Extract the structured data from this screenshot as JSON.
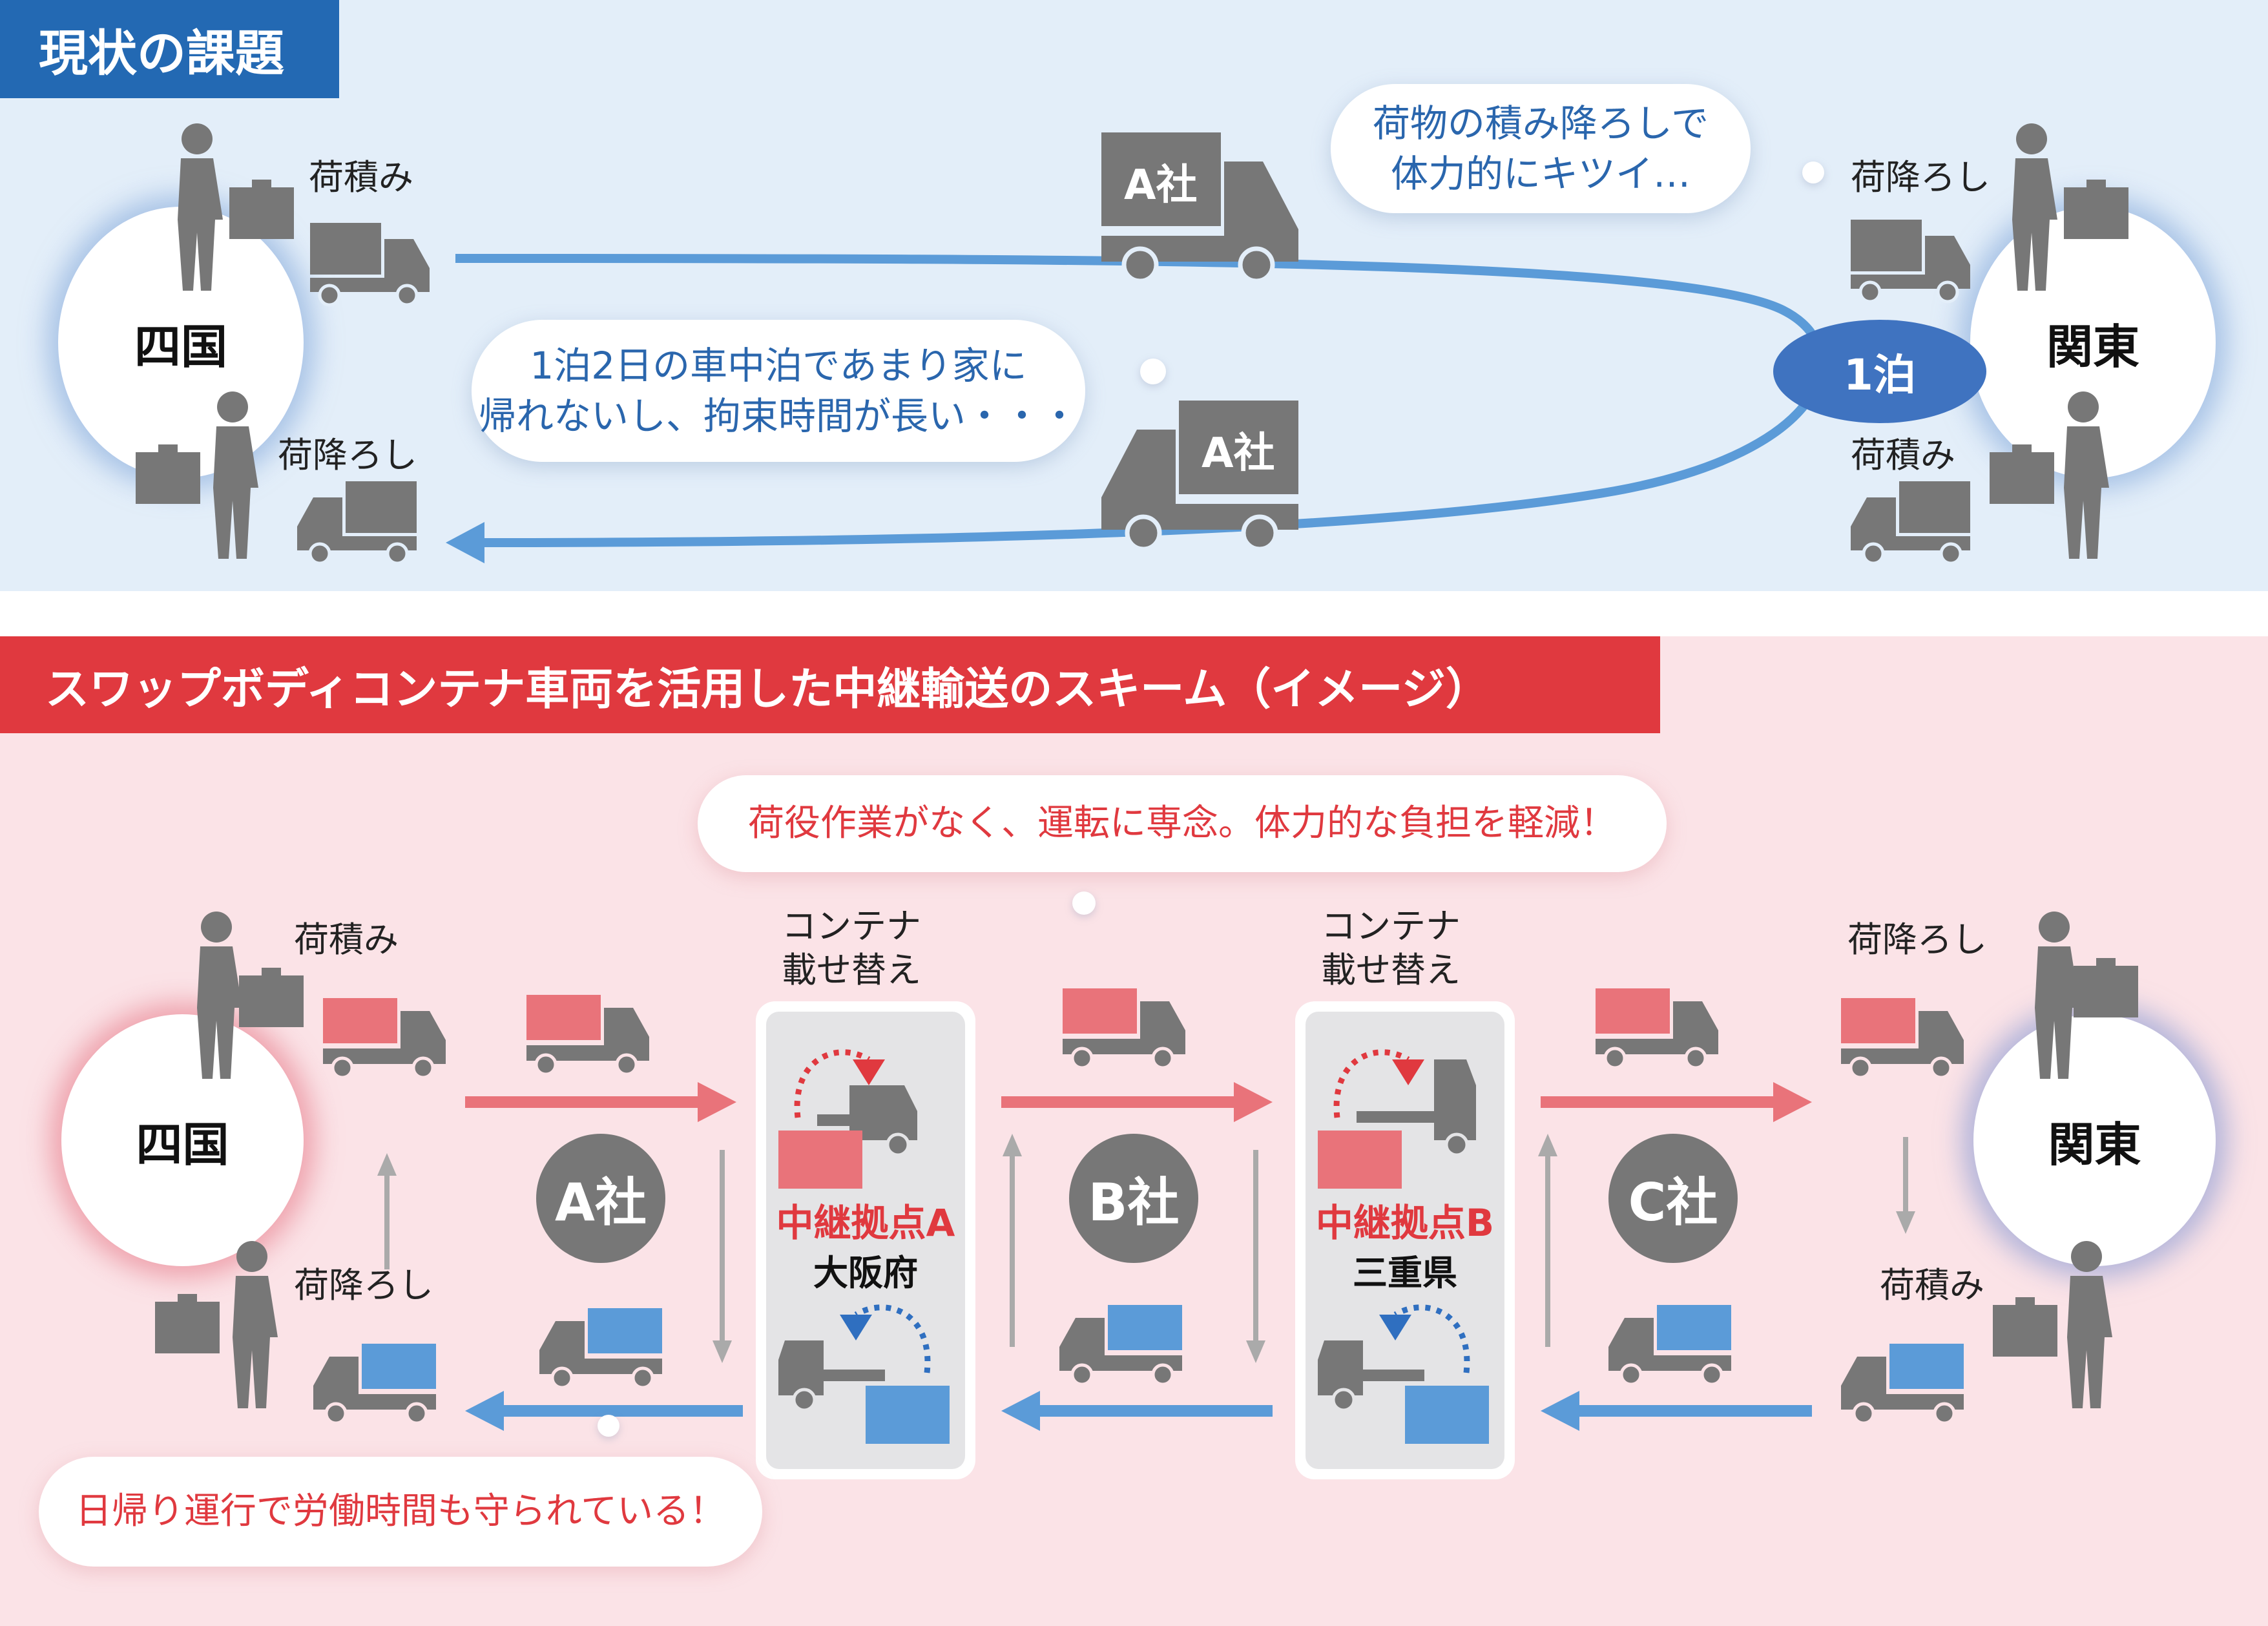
{
  "current": {
    "header": "現状の課題",
    "origin": "四国",
    "destination": "関東",
    "stay_badge": "1泊",
    "labels": {
      "origin_load": "荷積み",
      "origin_unload": "荷降ろし",
      "dest_unload": "荷降ろし",
      "dest_load": "荷積み"
    },
    "truck_company": "A社",
    "worker_company": "A社",
    "bubble_long_trip": [
      "1泊2日の車中泊であまり家に",
      "帰れないし、拘束時間が長い・・・"
    ],
    "bubble_hard_work": [
      "荷物の積み降ろしで",
      "体力的にキツイ…"
    ],
    "colors": {
      "accent": "#2369b3",
      "route": "#5b9bd8",
      "truck": "#777777"
    }
  },
  "scheme": {
    "header": "スワップボディコンテナ車両を活用した中継輸送のスキーム（イメージ）",
    "origin": "四国",
    "destination": "関東",
    "labels": {
      "origin_load": "荷積み",
      "origin_unload": "荷降ろし",
      "dest_unload": "荷降ろし",
      "dest_load": "荷積み"
    },
    "swap_label": [
      "コンテナ",
      "載せ替え"
    ],
    "relays": [
      {
        "name": "中継拠点A",
        "prefecture": "大阪府"
      },
      {
        "name": "中継拠点B",
        "prefecture": "三重県"
      }
    ],
    "companies": [
      "A社",
      "B社",
      "C社"
    ],
    "bubble_top": "荷役作業がなく、運転に専念。体力的な負担を軽減！",
    "bubble_bottom": "日帰り運行で労働時間も守られている！",
    "colors": {
      "accent": "#e0393f",
      "outbound": "#e9737a",
      "inbound": "#5b9bd8",
      "truck": "#777777"
    }
  }
}
